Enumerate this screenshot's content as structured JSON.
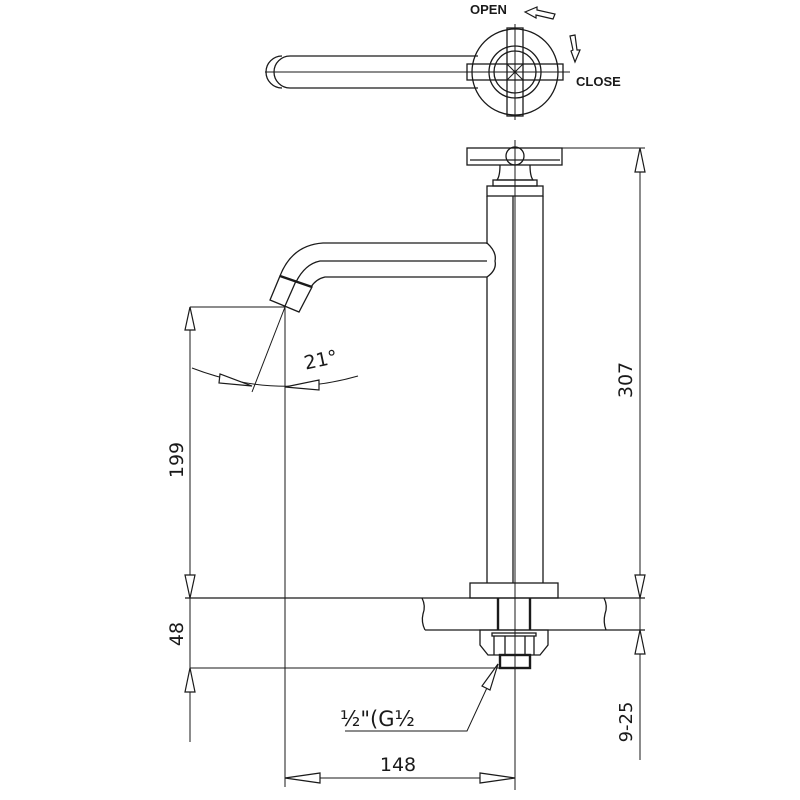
{
  "title": "Tall basin tap dimension drawing",
  "labels": {
    "open": "OPEN",
    "close": "CLOSE"
  },
  "dimensions": {
    "spout_height": "199",
    "total_height": "307",
    "below_counter": "48",
    "counter_thickness": "9-25",
    "spout_reach": "148",
    "spout_angle": "21°",
    "connection": "½\"(G½"
  },
  "colors": {
    "line": "#1a1a1a",
    "background": "#ffffff"
  }
}
